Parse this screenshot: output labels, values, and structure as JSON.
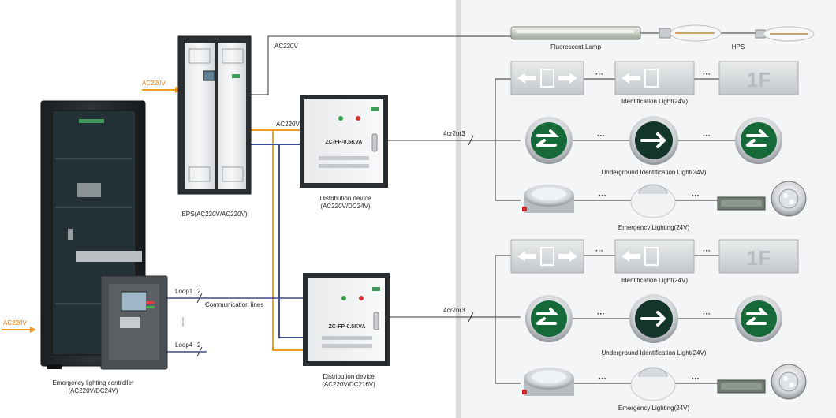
{
  "power": {
    "ac_left_top": "AC220V",
    "ac_left_bottom": "AC220V",
    "ac_eps_out": "AC220V",
    "ac_to_dist": "AC220V"
  },
  "devices": {
    "eps_label": "EPS(AC220V/AC220V)",
    "dist1_panel": "ZC-FP-0.5KVA",
    "dist1_label_line1": "Distribution device",
    "dist1_label_line2": "(AC220V/DC24V)",
    "dist2_panel": "ZC-FP-0.5KVA",
    "dist2_label_line1": "Distribution device",
    "dist2_label_line2": "(AC220V/DC216V)",
    "controller_label_line1": "Emergency lighting controller",
    "controller_label_line2": "(AC220V/DC24V)"
  },
  "wiring": {
    "loop1": "Loop1",
    "loop1_count": "2",
    "loop4": "Loop4",
    "loop4_count": "2",
    "comm": "Communication lines",
    "branch_top": "4or2or3",
    "branch_bottom": "4or2or3"
  },
  "lamps": {
    "fluorescent": "Fluorescent Lamp",
    "hps": "HPS"
  },
  "groups": {
    "top": {
      "id_light": "Identification Light(24V)",
      "underground": "Underground Identification Light(24V)",
      "emergency": "Emergency Lighting(24V)"
    },
    "bottom": {
      "id_light": "Identification Light(24V)",
      "underground": "Underground Identification Light(24V)",
      "emergency": "Emergency Lighting(24V)"
    }
  },
  "signs": {
    "floor": "1F",
    "ellipsis": "···"
  }
}
